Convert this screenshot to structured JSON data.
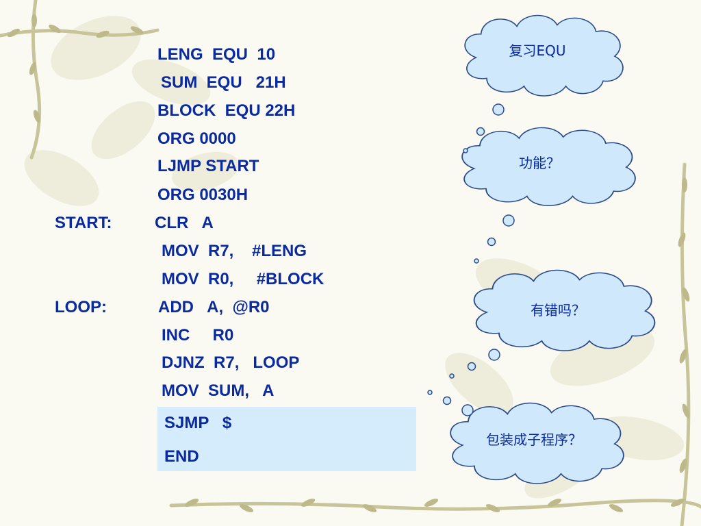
{
  "code_lines": [
    "LENG  EQU  10",
    "SUM  EQU   21H",
    "BLOCK  EQU 22H",
    "ORG 0000",
    "LJMP START",
    "ORG 0030H",
    "CLR   A",
    "MOV  R7,    #LENG",
    "MOV  R0,     #BLOCK",
    "ADD   A,  @R0",
    "INC     R0",
    "DJNZ  R7,   LOOP",
    "MOV  SUM,   A",
    "SJMP   $",
    "END"
  ],
  "labels": {
    "start": "START:",
    "loop": "LOOP:"
  },
  "clouds": [
    "复习EQU",
    "功能？",
    "有错吗？",
    "包装成子程序？"
  ],
  "colors": {
    "code_text": "#0a2aa0",
    "highlight": "#d4ecfb",
    "cloud_fill": "#cfe8fb",
    "cloud_stroke": "#2a4a8a",
    "vine": "#c8c49a"
  }
}
